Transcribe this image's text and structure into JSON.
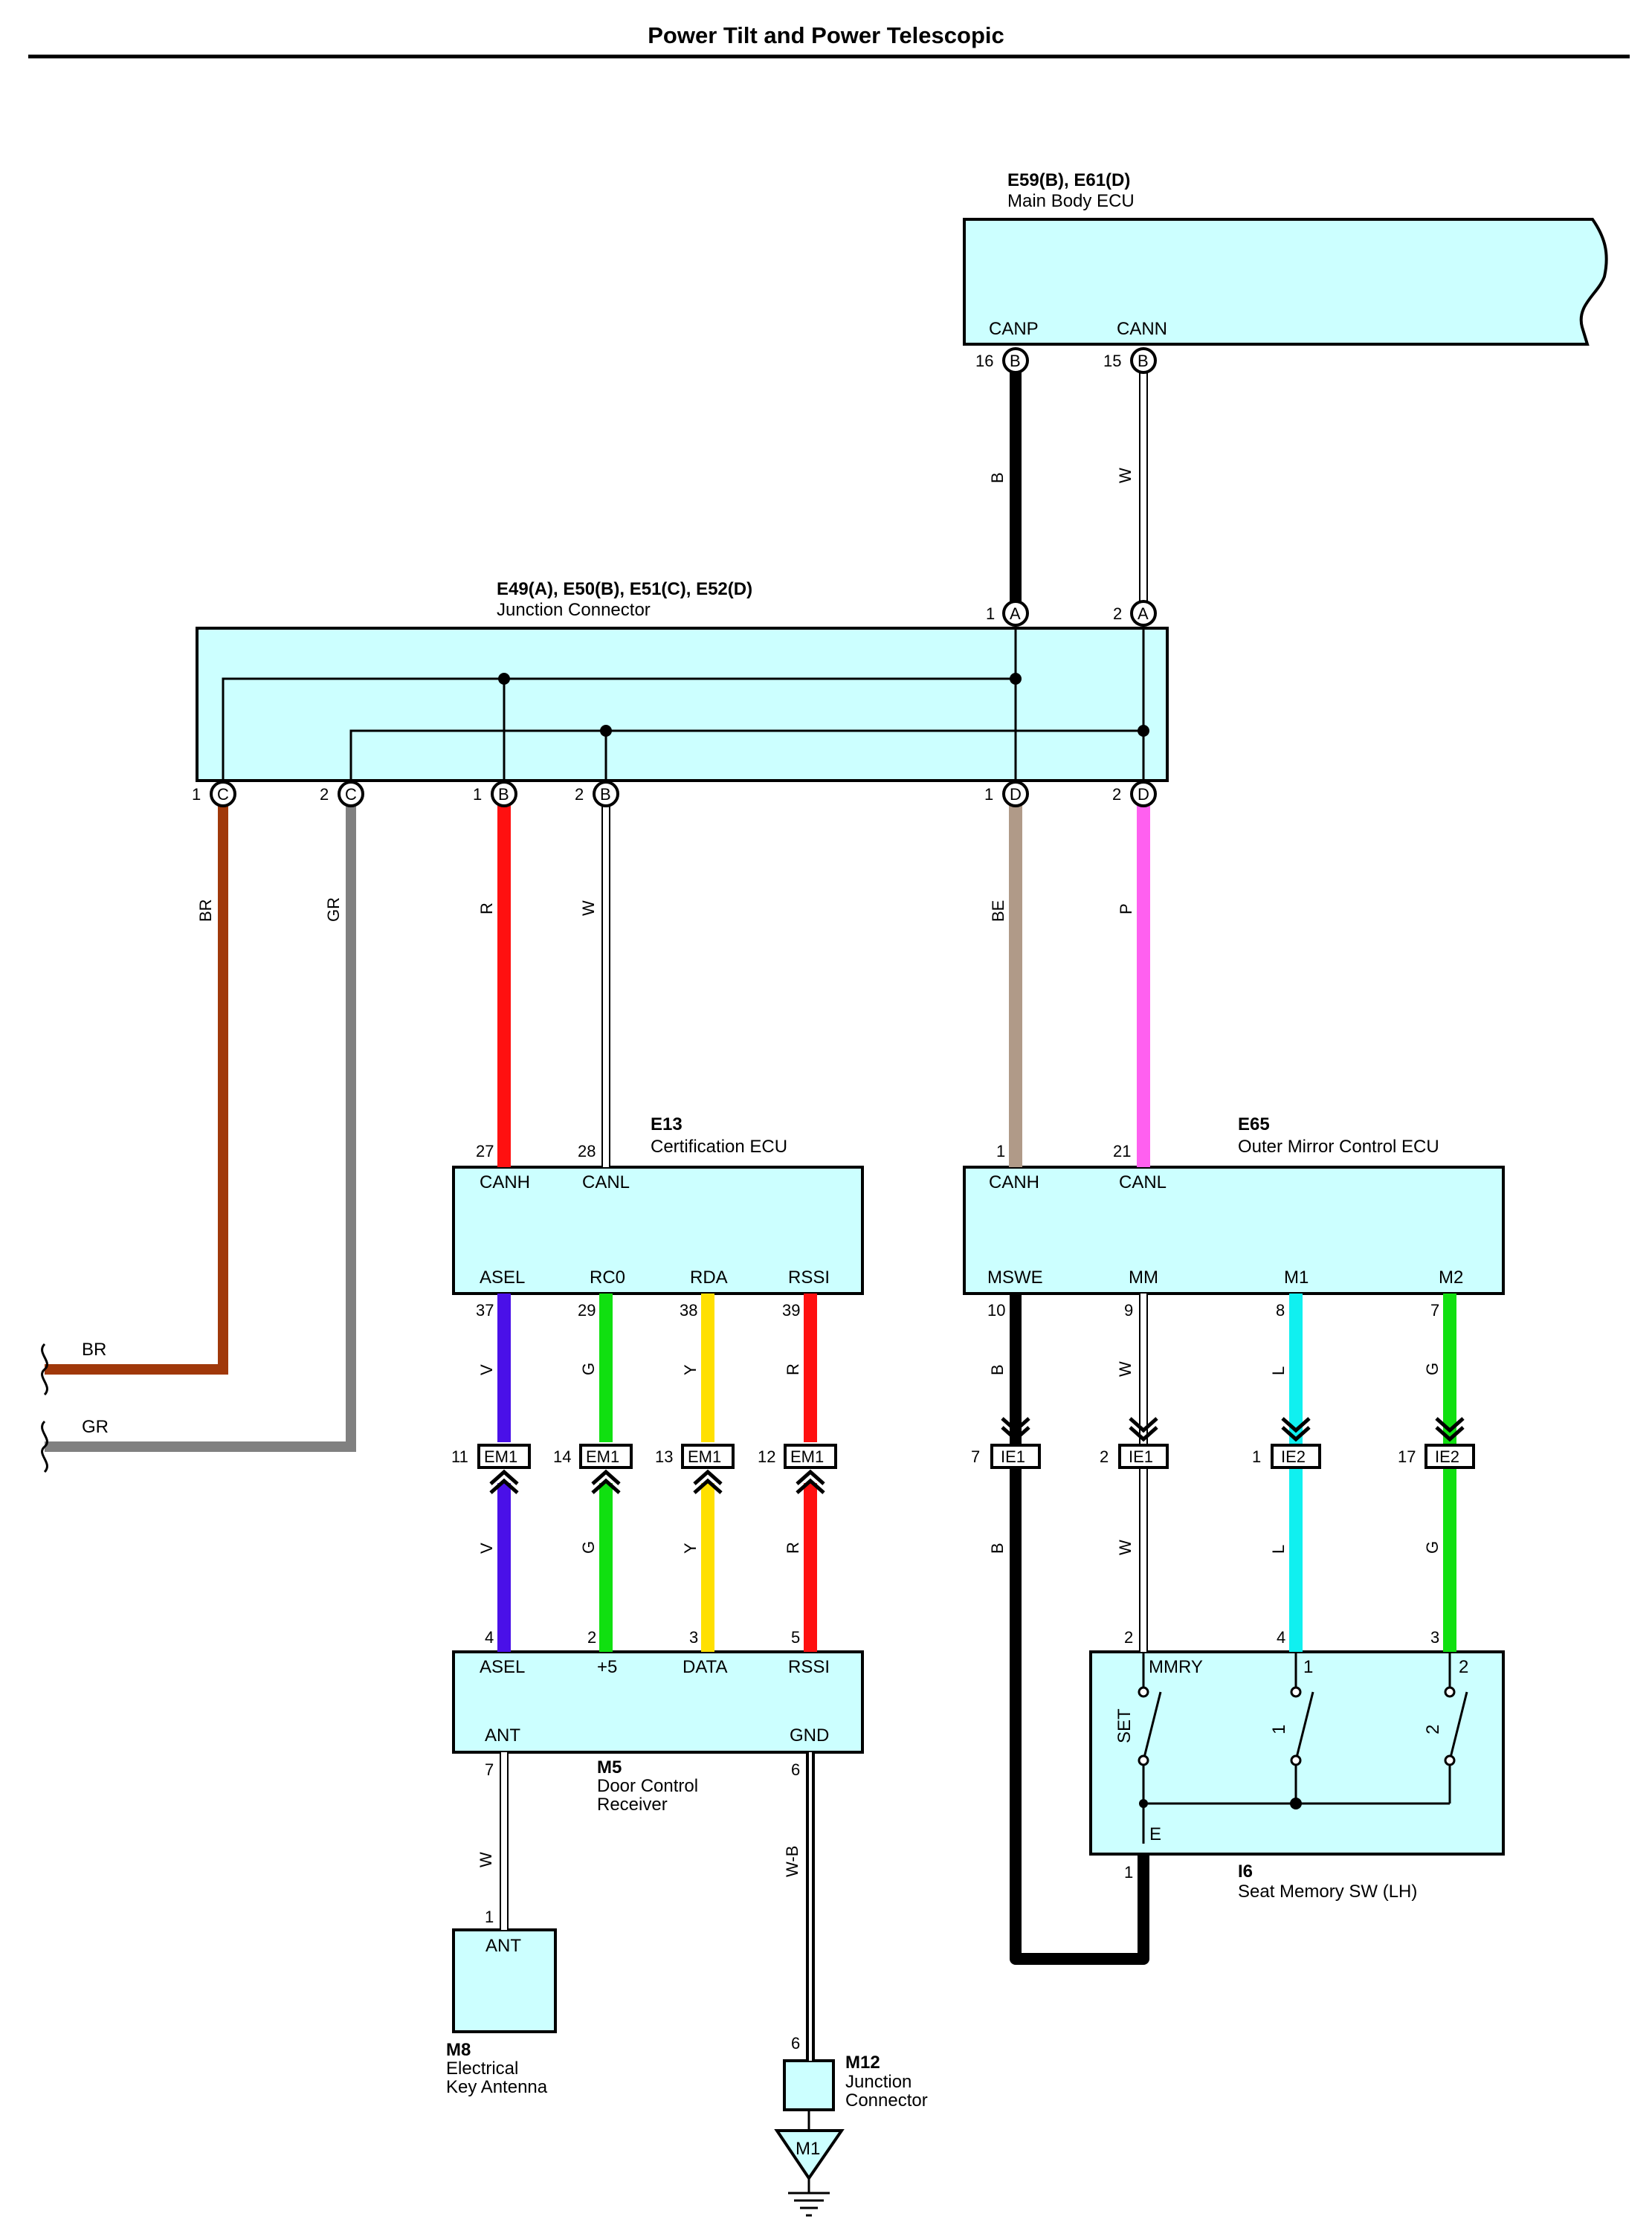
{
  "title": "Power Tilt and Power Telescopic",
  "colors": {
    "component_fill": "#ccffff",
    "B": "#000000",
    "W": "#c8c8c8",
    "BR": "#a0380a",
    "GR": "#808080",
    "R": "#ff1010",
    "BE": "#b09a88",
    "P": "#ff60f0",
    "V": "#4a10e8",
    "G": "#10e010",
    "Y": "#ffe000",
    "L": "#10f0f0"
  },
  "components": {
    "main_body_ecu": {
      "code": "E59(B), E61(D)",
      "name": "Main Body ECU",
      "pins": [
        "CANP",
        "CANN"
      ]
    },
    "junction_connector": {
      "code": "E49(A), E50(B), E51(C), E52(D)",
      "name": "Junction Connector"
    },
    "certification_ecu": {
      "code": "E13",
      "name": "Certification ECU",
      "pins": [
        "CANH",
        "CANL",
        "ASEL",
        "RC0",
        "RDA",
        "RSSI"
      ]
    },
    "outer_mirror_ecu": {
      "code": "E65",
      "name": "Outer Mirror Control ECU",
      "pins": [
        "CANH",
        "CANL",
        "MSWE",
        "MM",
        "M1",
        "M2"
      ]
    },
    "door_control_receiver": {
      "code": "M5",
      "name_line1": "Door Control",
      "name_line2": "Receiver",
      "pins": [
        "ASEL",
        "+5",
        "DATA",
        "RSSI",
        "ANT",
        "GND"
      ]
    },
    "seat_memory_sw": {
      "code": "I6",
      "name": "Seat Memory SW (LH)",
      "pins": [
        "MMRY",
        "1",
        "2",
        "E"
      ],
      "switch_labels": [
        "SET",
        "1",
        "2"
      ]
    },
    "key_antenna": {
      "code": "M8",
      "name_line1": "Electrical",
      "name_line2": "Key Antenna",
      "pin": "ANT"
    },
    "junction_m12": {
      "code": "M12",
      "name_line1": "Junction",
      "name_line2": "Connector"
    },
    "ground": {
      "code": "M1"
    }
  },
  "wires": [
    {
      "from": "Main Body ECU CANP 16(B)",
      "to": "Junction Connector 1(A)",
      "color": "B"
    },
    {
      "from": "Main Body ECU CANN 15(B)",
      "to": "Junction Connector 2(A)",
      "color": "W"
    },
    {
      "from": "Junction Connector 1(C)",
      "to": "BR off-page",
      "color": "BR"
    },
    {
      "from": "Junction Connector 2(C)",
      "to": "GR off-page",
      "color": "GR"
    },
    {
      "from": "Junction Connector 1(B)",
      "to": "Certification ECU CANH 27",
      "color": "R"
    },
    {
      "from": "Junction Connector 2(B)",
      "to": "Certification ECU CANL 28",
      "color": "W"
    },
    {
      "from": "Junction Connector 1(D)",
      "to": "Outer Mirror Control ECU CANH 1",
      "color": "BE"
    },
    {
      "from": "Junction Connector 2(D)",
      "to": "Outer Mirror Control ECU CANL 21",
      "color": "P"
    },
    {
      "from": "Certification ECU ASEL 37",
      "to": "Door Control Receiver ASEL 4",
      "via": "11 EM1",
      "color": "V"
    },
    {
      "from": "Certification ECU RC0 29",
      "to": "Door Control Receiver +5 2",
      "via": "14 EM1",
      "color": "G"
    },
    {
      "from": "Certification ECU RDA 38",
      "to": "Door Control Receiver DATA 3",
      "via": "13 EM1",
      "color": "Y"
    },
    {
      "from": "Certification ECU RSSI 39",
      "to": "Door Control Receiver RSSI 5",
      "via": "12 EM1",
      "color": "R"
    },
    {
      "from": "Outer Mirror Control ECU MSWE 10",
      "to": "Seat Memory SW E 1",
      "via": "7 IE1",
      "color": "B"
    },
    {
      "from": "Outer Mirror Control ECU MM 9",
      "to": "Seat Memory SW MMRY 2",
      "via": "2 IE1",
      "color": "W"
    },
    {
      "from": "Outer Mirror Control ECU M1 8",
      "to": "Seat Memory SW 1 4",
      "via": "1 IE2",
      "color": "L"
    },
    {
      "from": "Outer Mirror Control ECU M2 7",
      "to": "Seat Memory SW 2 3",
      "via": "17 IE2",
      "color": "G"
    },
    {
      "from": "Door Control Receiver ANT 7",
      "to": "Electrical Key Antenna ANT 1",
      "color": "W"
    },
    {
      "from": "Door Control Receiver GND 6",
      "to": "Junction Connector M12 6",
      "color": "W-B"
    }
  ],
  "off_page": [
    "BR",
    "GR"
  ]
}
